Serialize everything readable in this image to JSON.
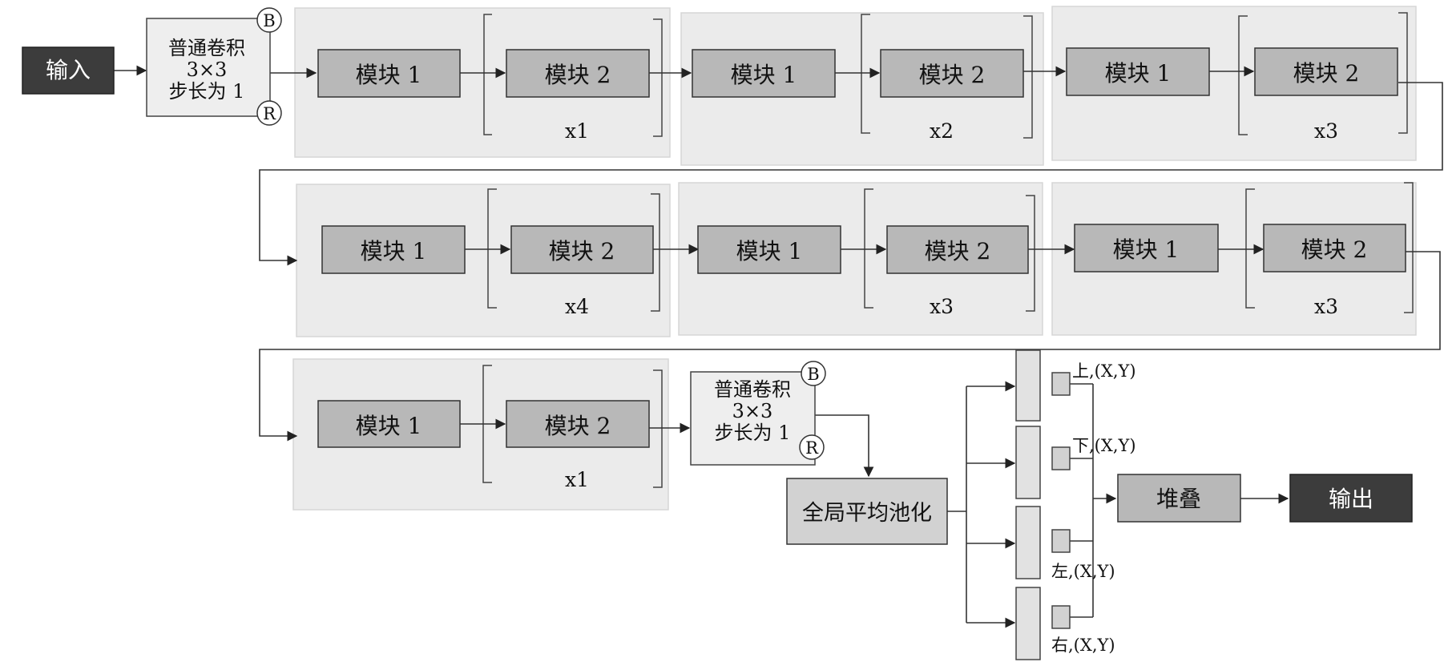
{
  "input_label": "输入",
  "output_label": "输出",
  "conv_lines": [
    "普通卷积",
    "3×3",
    "步长为 1"
  ],
  "conv_badge_top": "B",
  "conv_badge_bottom": "R",
  "module1_label": "模块 1",
  "module2_label": "模块 2",
  "stages": [
    {
      "repeat": "x1"
    },
    {
      "repeat": "x2"
    },
    {
      "repeat": "x3"
    },
    {
      "repeat": "x4"
    },
    {
      "repeat": "x3"
    },
    {
      "repeat": "x3"
    },
    {
      "repeat": "x1"
    }
  ],
  "gap_label": "全局平均池化",
  "stack_label": "堆叠",
  "branches": [
    {
      "label": "上,(X,Y)"
    },
    {
      "label": "下,(X,Y)"
    },
    {
      "label": "左,(X,Y)"
    },
    {
      "label": "右,(X,Y)"
    }
  ],
  "colors": {
    "input_fill": "#3c3c3c",
    "module_fill": "#b8b8b8",
    "stage_fill": "#ebebeb",
    "conv_fill": "#eeeeee",
    "line": "#333333"
  }
}
